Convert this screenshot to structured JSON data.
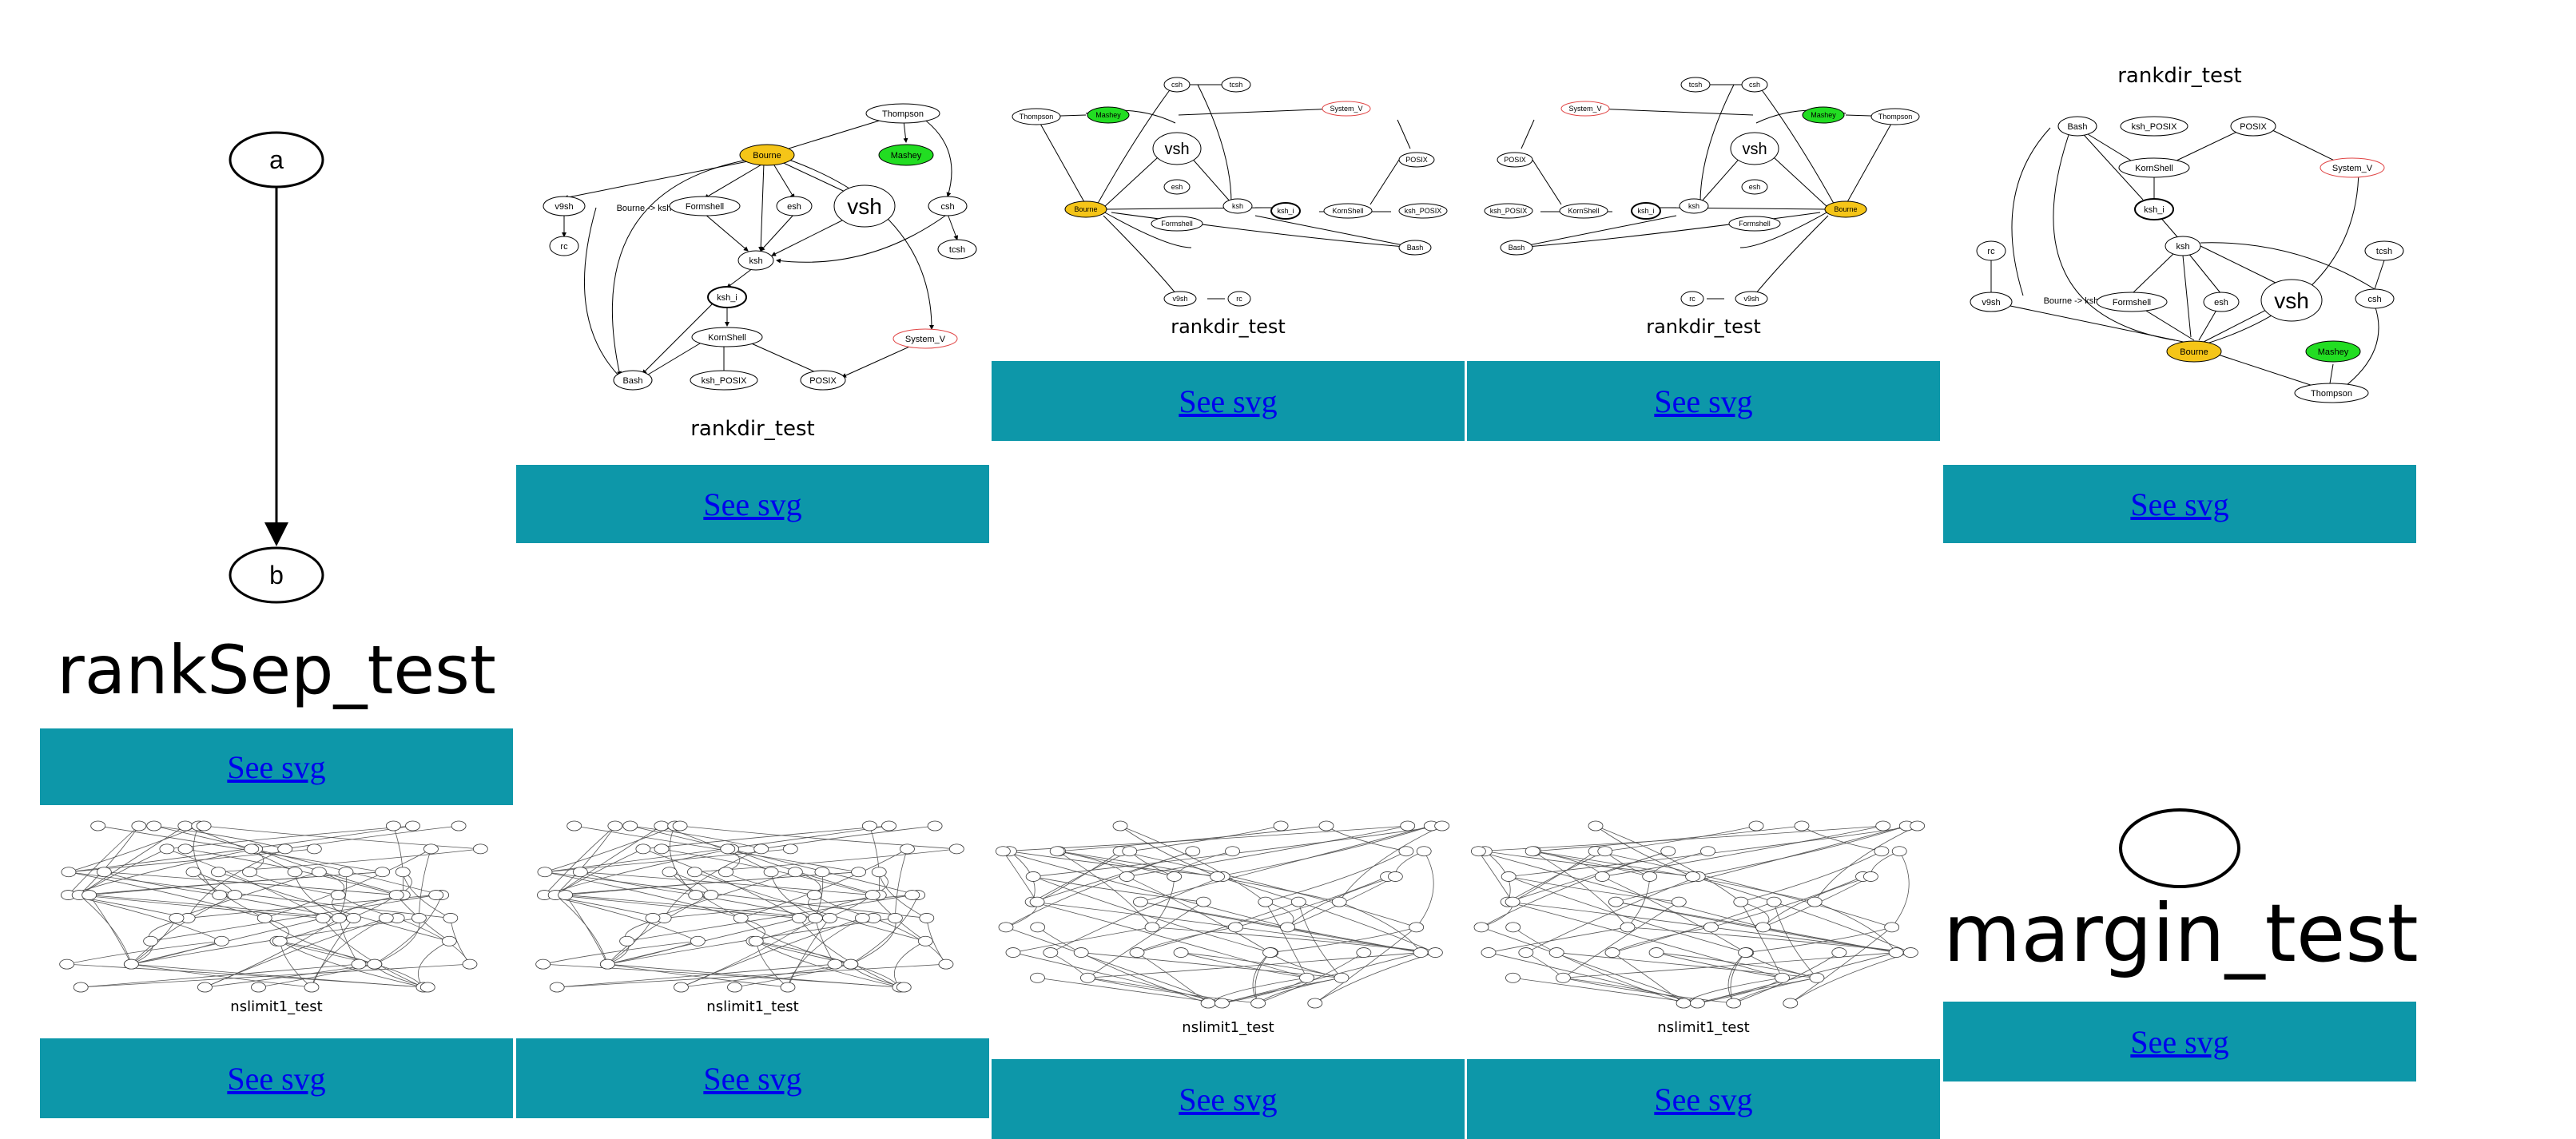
{
  "cards": [
    {
      "caption": "rankSep_test",
      "link": "See svg"
    },
    {
      "caption": "rankdir_test",
      "link": "See svg"
    },
    {
      "caption": "rankdir_test",
      "link": "See svg"
    },
    {
      "caption": "rankdir_test",
      "link": "See svg"
    },
    {
      "caption": "rankdir_test",
      "link": "See svg"
    },
    {
      "caption": "nslimit1_test",
      "link": "See svg"
    },
    {
      "caption": "nslimit1_test",
      "link": "See svg"
    },
    {
      "caption": "nslimit1_test",
      "link": "See svg"
    },
    {
      "caption": "nslimit1_test",
      "link": "See svg"
    },
    {
      "caption": "margin_test",
      "link": "See svg"
    }
  ],
  "ranksep": {
    "node_a": "a",
    "node_b": "b"
  },
  "shell": {
    "Thompson": "Thompson",
    "Mashey": "Mashey",
    "Bourne": "Bourne",
    "vsh": "vsh",
    "csh": "csh",
    "tcsh": "tcsh",
    "esh": "esh",
    "ksh": "ksh",
    "ksh_i": "ksh_i",
    "Formshell": "Formshell",
    "KornShell": "KornShell",
    "Bash": "Bash",
    "ksh_POSIX": "ksh_POSIX",
    "POSIX": "POSIX",
    "System_V": "System_V",
    "v9sh": "v9sh",
    "rc": "rc",
    "edge": "Bourne -> ksh"
  },
  "colors": {
    "teal": "#0d97a9",
    "link": "#0000ee",
    "bourne": "#f5c518",
    "mashey": "#22dd22",
    "sysv": "#e04444"
  }
}
